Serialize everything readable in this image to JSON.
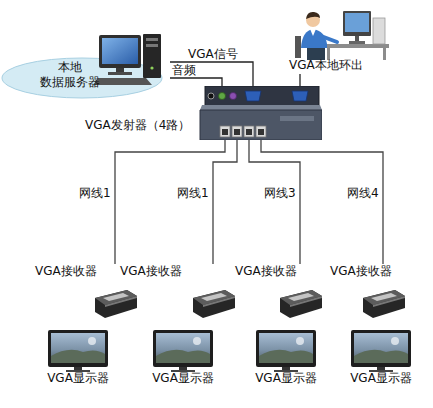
{
  "diagram": {
    "nodes": [
      {
        "text": [
          "本地 数据服务器"
        ]
      },
      {
        "text": [
          "VGA本地环出"
        ]
      },
      {
        "text": [
          "VGA发射器（4路）"
        ]
      },
      {
        "text": [
          "VGA接收器"
        ]
      },
      {
        "text": [
          "VGA接收器"
        ]
      },
      {
        "text": [
          "VGA接收器"
        ]
      },
      {
        "text": [
          "VGA接收器"
        ]
      },
      {
        "text": [
          "VGA显示器"
        ]
      },
      {
        "text": [
          "VGA显示器"
        ]
      },
      {
        "text": [
          "VGA显示器"
        ]
      },
      {
        "text": [
          "VGA显示器"
        ]
      }
    ],
    "edges": [
      {
        "from": 0,
        "to": 2,
        "label": "VGA信号",
        "arrow": "none"
      },
      {
        "from": 0,
        "to": 2,
        "label": "音频",
        "arrow": "none"
      },
      {
        "from": 2,
        "to": 1,
        "arrow": "none"
      },
      {
        "from": 2,
        "to": 3,
        "label": "网线1",
        "arrow": "none"
      },
      {
        "from": 2,
        "to": 4,
        "label": "网线1",
        "arrow": "none"
      },
      {
        "from": 2,
        "to": 5,
        "label": "网线3",
        "arrow": "none"
      },
      {
        "from": 2,
        "to": 6,
        "label": "网线4",
        "arrow": "none"
      }
    ]
  }
}
